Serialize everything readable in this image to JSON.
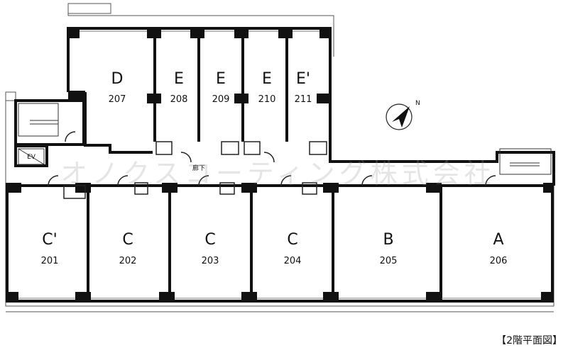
{
  "units": [
    {
      "letter": "C'",
      "number": "201"
    },
    {
      "letter": "C",
      "number": "202"
    },
    {
      "letter": "C",
      "number": "203"
    },
    {
      "letter": "C",
      "number": "204"
    },
    {
      "letter": "B",
      "number": "205"
    },
    {
      "letter": "A",
      "number": "206"
    },
    {
      "letter": "D",
      "number": "207"
    },
    {
      "letter": "E",
      "number": "208"
    },
    {
      "letter": "E",
      "number": "209"
    },
    {
      "letter": "E",
      "number": "210"
    },
    {
      "letter": "E'",
      "number": "211"
    }
  ],
  "corridor_label": "廊下",
  "elevator_label": "EV",
  "north_label": "N",
  "watermark": "オノクスコーティング株式会社",
  "caption": "【2階平面図】"
}
